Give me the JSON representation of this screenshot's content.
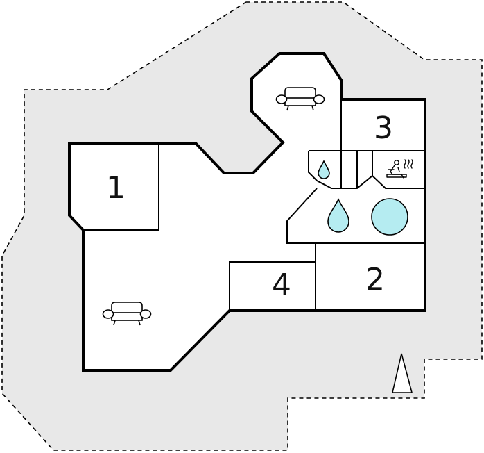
{
  "floor_plan": {
    "rooms": [
      {
        "id": "room-1",
        "label": "1"
      },
      {
        "id": "room-2",
        "label": "2"
      },
      {
        "id": "room-3",
        "label": "3"
      },
      {
        "id": "room-4",
        "label": "4"
      }
    ],
    "icons": [
      {
        "id": "sofa-icon-top",
        "name": "sofa-icon"
      },
      {
        "id": "sofa-icon-left",
        "name": "sofa-icon"
      },
      {
        "id": "water-drop-icon-small",
        "name": "water-drop-icon"
      },
      {
        "id": "water-drop-icon-large",
        "name": "water-drop-icon"
      },
      {
        "id": "pool-icon",
        "name": "pool-icon"
      },
      {
        "id": "sauna-icon",
        "name": "sauna-icon"
      },
      {
        "id": "north-arrow-icon",
        "name": "north-arrow-icon"
      }
    ],
    "colors": {
      "plot_fill": "#e8e8e8",
      "interior_fill": "#ffffff",
      "wall_stroke": "#000000",
      "water_fill": "#b5ecf1"
    }
  }
}
